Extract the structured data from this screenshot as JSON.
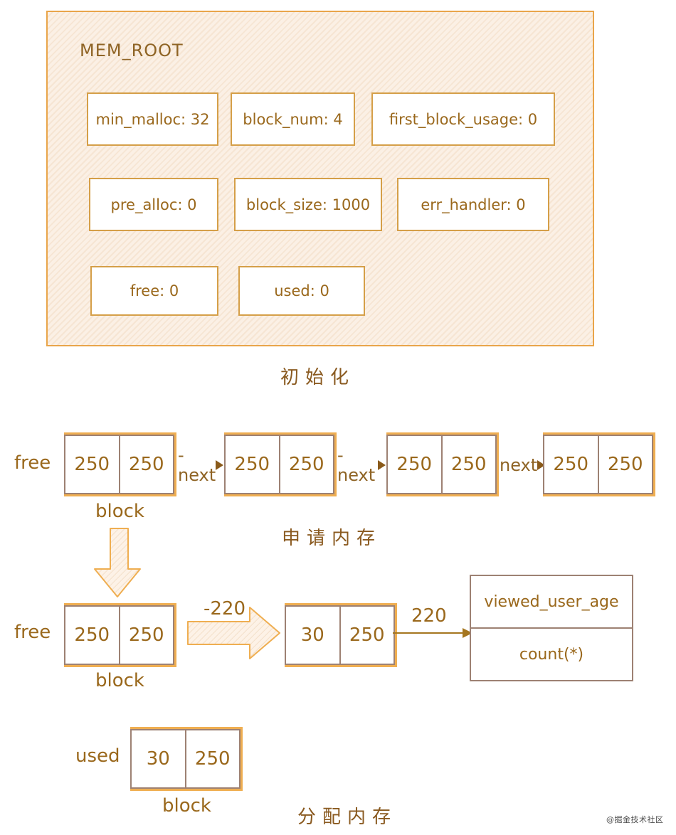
{
  "colors": {
    "accent_orange": "#EFAE51",
    "panel_border": "#E9A54A",
    "field_border": "#D59F48",
    "node_border": "#9D8173",
    "text_brown": "#9A681C",
    "caption_brown": "#8A5A20"
  },
  "mem_root": {
    "title": "MEM_ROOT",
    "fields": [
      "min_malloc: 32",
      "block_num: 4",
      "first_block_usage: 0",
      "pre_alloc: 0",
      "block_size: 1000",
      "err_handler: 0",
      "free: 0",
      "used: 0"
    ]
  },
  "captions": {
    "init": "初始化",
    "request": "申请内存",
    "allocate": "分配内存"
  },
  "free_list": {
    "label": "free",
    "block_label": "block",
    "nodes": [
      [
        "250",
        "250"
      ],
      [
        "250",
        "250"
      ],
      [
        "250",
        "250"
      ],
      [
        "250",
        "250"
      ]
    ],
    "connectors": [
      "-next",
      "-next",
      "next"
    ]
  },
  "alloc": {
    "free_label": "free",
    "free_node": [
      "250",
      "250"
    ],
    "block_label": "block",
    "shrink_label": "-220",
    "result_node": [
      "30",
      "250"
    ],
    "transfer_label": "220",
    "dest_rows": [
      "viewed_user_age",
      "count(*)"
    ]
  },
  "used_section": {
    "label": "used",
    "node": [
      "30",
      "250"
    ],
    "block_label": "block"
  },
  "watermark": "@掘金技术社区"
}
